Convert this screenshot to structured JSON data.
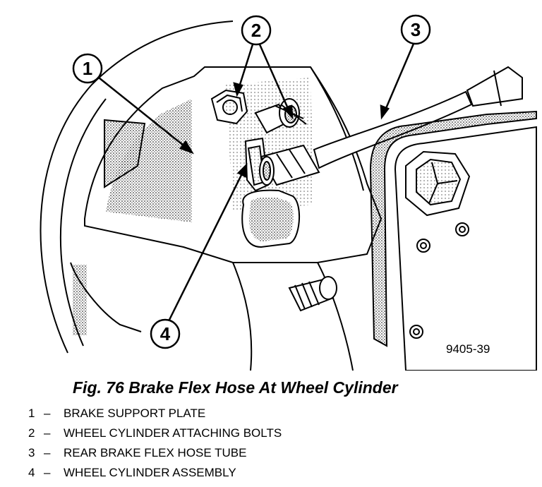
{
  "figure": {
    "figure_id": "9405-39",
    "callouts": [
      {
        "number": "1"
      },
      {
        "number": "2"
      },
      {
        "number": "3"
      },
      {
        "number": "4"
      }
    ]
  },
  "caption": "Fig. 76 Brake Flex Hose At Wheel Cylinder",
  "legend": [
    {
      "number": "1",
      "separator": "–",
      "text": "BRAKE SUPPORT PLATE"
    },
    {
      "number": "2",
      "separator": "–",
      "text": "WHEEL CYLINDER ATTACHING BOLTS"
    },
    {
      "number": "3",
      "separator": "–",
      "text": "REAR BRAKE FLEX HOSE TUBE"
    },
    {
      "number": "4",
      "separator": "–",
      "text": "WHEEL CYLINDER ASSEMBLY"
    }
  ]
}
